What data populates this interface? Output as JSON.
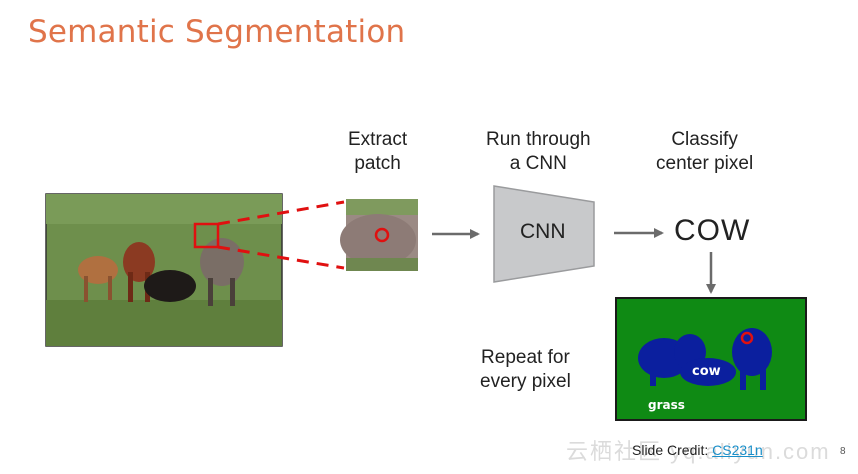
{
  "slide": {
    "title": "Semantic Segmentation",
    "page_number": "8"
  },
  "steps": {
    "extract": [
      "Extract",
      "patch"
    ],
    "cnn": [
      "Run through",
      "a CNN"
    ],
    "classify": [
      "Classify",
      "center pixel"
    ],
    "repeat": [
      "Repeat for",
      "every pixel"
    ]
  },
  "cnn_box_label": "CNN",
  "class_output": "COW",
  "segmentation_labels": {
    "cow": "cow",
    "grass": "grass"
  },
  "credit": {
    "prefix": "Slide Credit: ",
    "link": "CS231n"
  },
  "watermark": "云栖社区 yq.aliyun.com",
  "colors": {
    "title": "#e0744a",
    "highlight": "#e01010",
    "cnn_fill": "#c8c9cb",
    "seg_background": "#0f8a14",
    "seg_cow": "#0b1f9e",
    "arrow": "#6b6b6b"
  }
}
